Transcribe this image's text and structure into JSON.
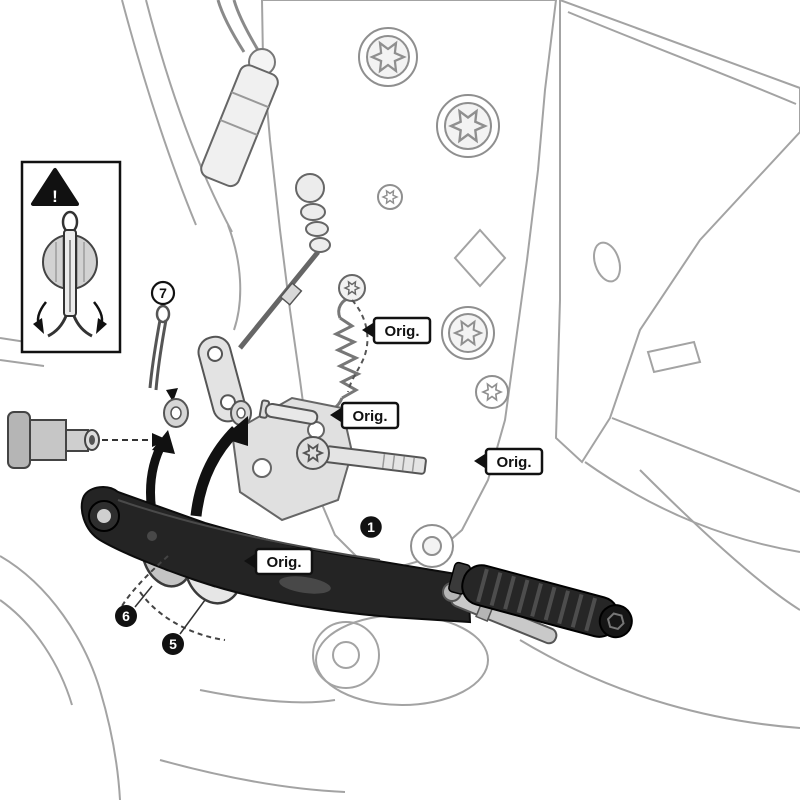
{
  "colors": {
    "line_art": "#a3a3a3",
    "part_outline": "#555555",
    "pedal_black": "#242424",
    "callout_border": "#111111"
  },
  "diagram": {
    "warning": {
      "symbol": "!"
    },
    "orig_callouts": [
      {
        "label": "Orig."
      },
      {
        "label": "Orig."
      },
      {
        "label": "Orig."
      },
      {
        "label": "Orig."
      }
    ],
    "part_numbers": [
      {
        "value": "7"
      },
      {
        "value": "1"
      },
      {
        "value": "6"
      },
      {
        "value": "5"
      }
    ]
  }
}
